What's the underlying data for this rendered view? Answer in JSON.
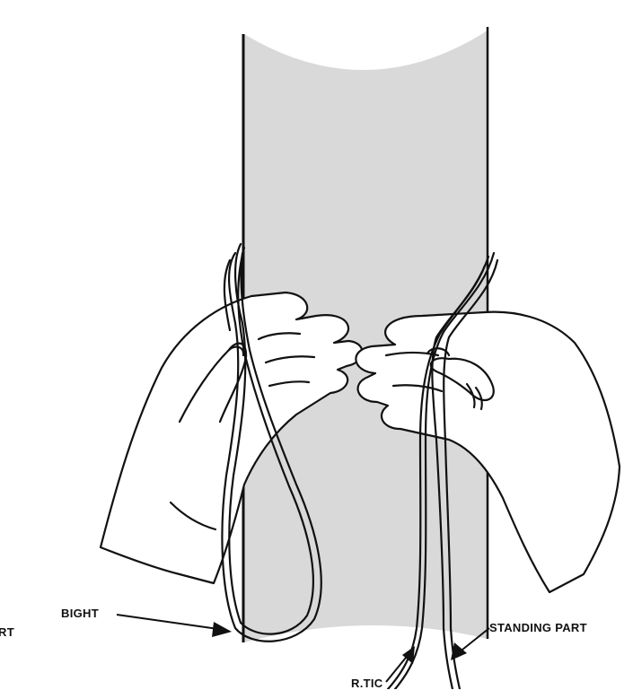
{
  "labels": {
    "bight": "BIGHT",
    "standing_part": "STANDING PART",
    "partial_left": "RT",
    "partial_bottom": "R.TIC"
  },
  "colors": {
    "line": "#111111",
    "tube_fill": "#d9d9d9",
    "background": "#ffffff"
  },
  "icons": {
    "bight_arrow": "arrow-right-icon",
    "standing_part_arrow": "arrow-down-left-icon",
    "working_end_arrow": "arrow-up-right-icon"
  }
}
